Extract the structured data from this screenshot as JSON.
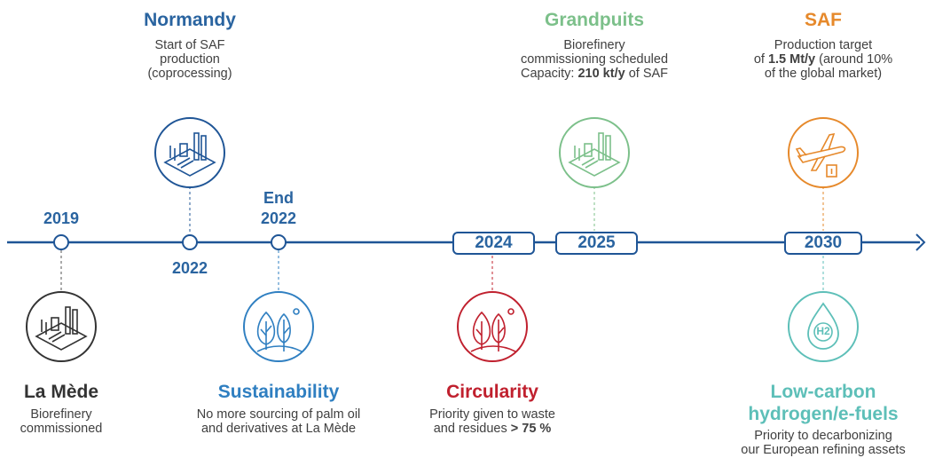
{
  "colors": {
    "line": "#1f5596",
    "year": "#2a64a0",
    "normandy": "#2a64a0",
    "grandpuits": "#7cc08a",
    "saf": "#e6892b",
    "lamede": "#333333",
    "sustainability": "#2f7fc1",
    "circularity": "#c0202e",
    "lowcarbon": "#5dbfb8"
  },
  "icons": {
    "normandy": "refinery-icon",
    "grandpuits": "refinery-icon",
    "saf": "airplane-fuel-icon",
    "lamede": "refinery-icon",
    "sustainability": "trees-icon",
    "circularity": "trees-icon",
    "lowcarbon": "hydrogen-drop-icon"
  },
  "milestones": {
    "y2019": "2019",
    "y2022": "2022",
    "endLine1": "End",
    "endLine2": "2022",
    "y2024": "2024",
    "y2025": "2025",
    "y2030": "2030"
  },
  "normandy": {
    "title": "Normandy",
    "line1": "Start of SAF",
    "line2": "production",
    "line3": "(coprocessing)"
  },
  "grandpuits": {
    "title": "Grandpuits",
    "line1": "Biorefinery",
    "line2": "commissioning scheduled",
    "line3_pre": "Capacity: ",
    "line3_bold": "210 kt/y",
    "line3_post": " of SAF"
  },
  "saf": {
    "title": "SAF",
    "line1": "Production target",
    "line2_pre": "of ",
    "line2_bold": "1.5 Mt/y",
    "line2_post": " (around 10%",
    "line3": "of the global market)"
  },
  "lamede": {
    "title": "La Mède",
    "line1": "Biorefinery",
    "line2": "commissioned"
  },
  "sustainability": {
    "title": "Sustainability",
    "line1": "No more sourcing of palm oil",
    "line2": "and derivatives at La Mède"
  },
  "circularity": {
    "title": "Circularity",
    "line1": "Priority given to waste",
    "line2_pre": "and residues ",
    "line2_bold": "> 75 %"
  },
  "lowcarbon": {
    "title1": "Low-carbon",
    "title2": "hydrogen/e-fuels",
    "line1": "Priority to decarbonizing",
    "line2": "our European refining assets",
    "icon_text": "H2"
  }
}
